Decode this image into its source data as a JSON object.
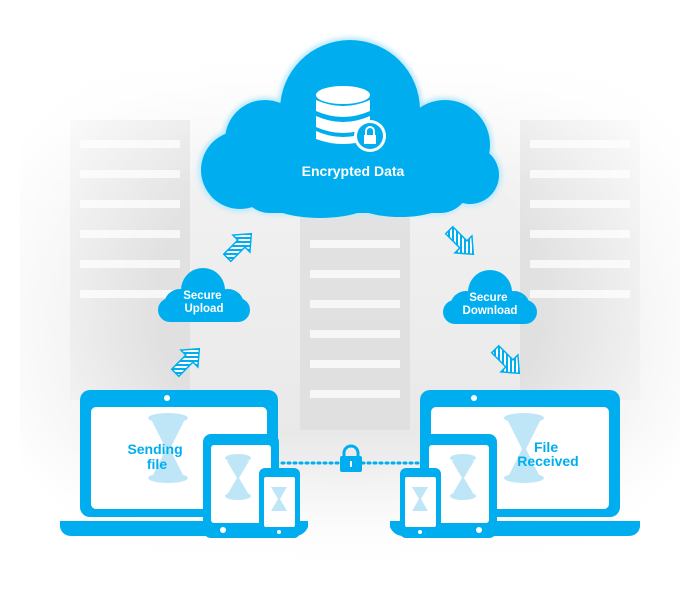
{
  "colors": {
    "accent": "#00aeef",
    "screen": "#ffffff",
    "hourglass": "#bfe6f6"
  },
  "cloud_main": {
    "label": "Encrypted Data",
    "icon": "database-lock-icon"
  },
  "cloud_upload": {
    "line1": "Secure",
    "line2": "Upload"
  },
  "cloud_download": {
    "line1": "Secure",
    "line2": "Download"
  },
  "sender": {
    "line1": "Sending",
    "line2": "file"
  },
  "receiver": {
    "line1": "File",
    "line2": "Received"
  },
  "connection_icon": "padlock-icon"
}
